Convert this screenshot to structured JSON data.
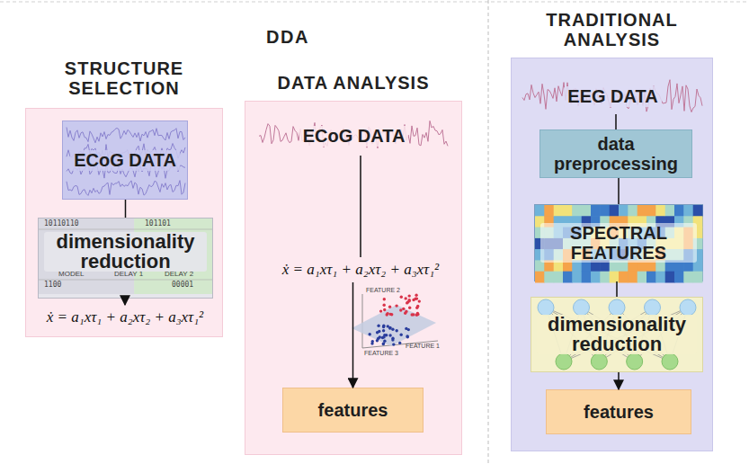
{
  "diagram": {
    "title": "DDA",
    "nodes": [
      {
        "text": [
          "STRUCTURE SELECTION"
        ]
      },
      {
        "text": [
          "ECoG DATA"
        ],
        "in": 0
      },
      {
        "text": [
          "dimensionality reduction"
        ],
        "in": 0
      },
      {
        "text": [
          "ẋ = a₁xτ₁ + a₂xτ₂ + a₃xτ₁²"
        ],
        "in": 0
      },
      {
        "text": [
          "DATA ANALYSIS"
        ]
      },
      {
        "text": [
          "ECoG DATA"
        ],
        "in": 4
      },
      {
        "text": [
          "ẋ = a₁xτ₁ + a₂xτ₂ + a₃xτ₁²"
        ],
        "in": 4
      },
      {
        "text": [
          "features"
        ],
        "in": 4
      },
      {
        "text": [
          "TRADITIONAL ANALYSIS"
        ]
      },
      {
        "text": [
          "EEG DATA"
        ],
        "in": 8
      },
      {
        "text": [
          "data preprocessing"
        ],
        "in": 8
      },
      {
        "text": [
          "SPECTRAL FEATURES"
        ],
        "in": 8
      },
      {
        "text": [
          "dimensionality reduction"
        ],
        "in": 8
      },
      {
        "text": [
          "features"
        ],
        "in": 8
      }
    ],
    "edges": [
      {
        "from": 1,
        "to": 2,
        "arrow": "none"
      },
      {
        "from": 2,
        "to": 3,
        "arrow": "to"
      },
      {
        "from": 5,
        "to": 6,
        "arrow": "none"
      },
      {
        "from": 6,
        "to": 7,
        "arrow": "to"
      },
      {
        "from": 9,
        "to": 10,
        "arrow": "none"
      },
      {
        "from": 10,
        "to": 11,
        "arrow": "none"
      },
      {
        "from": 11,
        "to": 12,
        "arrow": "none"
      },
      {
        "from": 12,
        "to": 13,
        "arrow": "to"
      }
    ],
    "labels": [
      "10110110",
      "101101",
      "MODEL",
      "DELAY 1",
      "DELAY 2",
      "1100",
      "00001",
      "FEATURE 1",
      "FEATURE 2",
      "FEATURE 3"
    ]
  }
}
